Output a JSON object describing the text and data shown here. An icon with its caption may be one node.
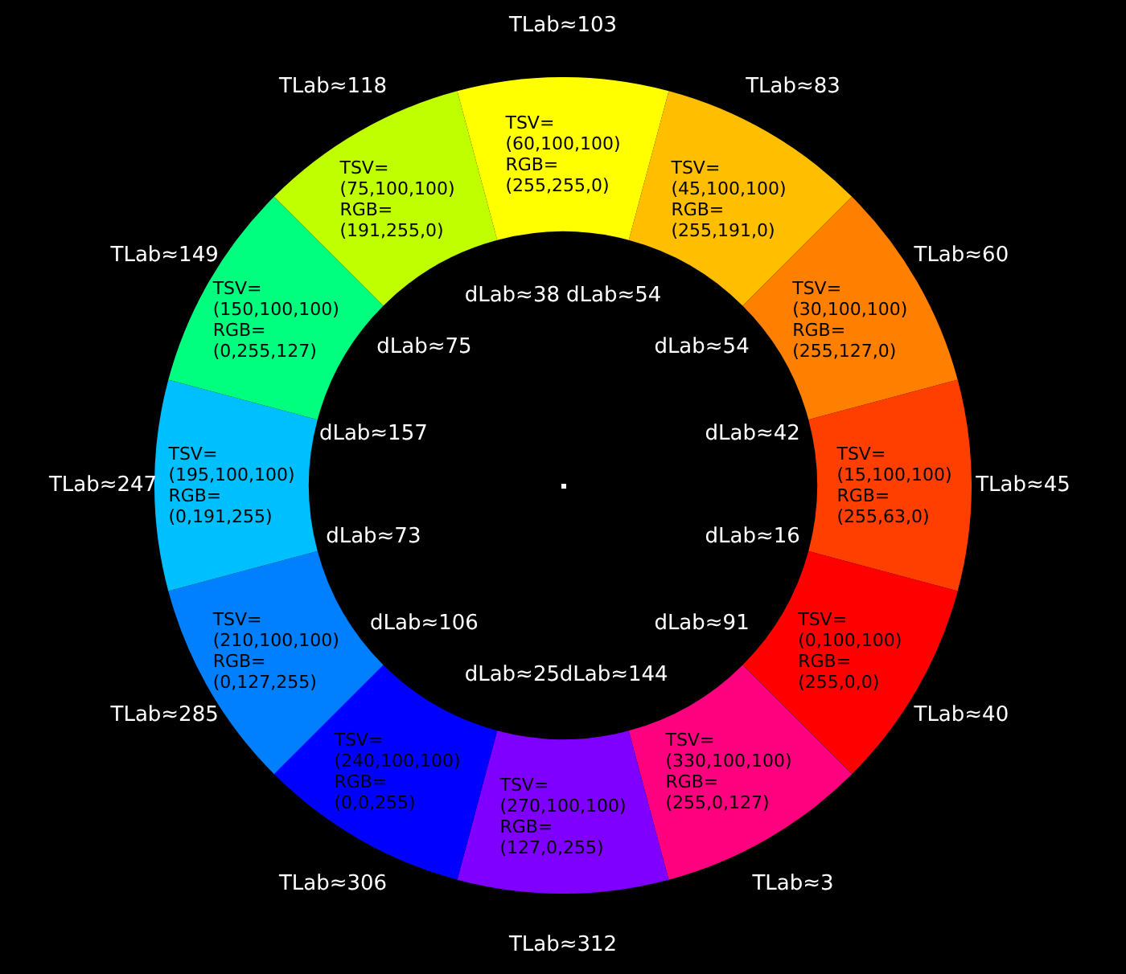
{
  "diagram": {
    "nodes": [
      {
        "text": [
          "TSV= (60,100,100)",
          "RGB= (255,255,0)"
        ],
        "beside": [
          "TLab≈103"
        ]
      },
      {
        "text": [
          "TSV= (45,100,100)",
          "RGB= (255,191,0)"
        ],
        "beside": [
          "TLab≈83"
        ]
      },
      {
        "text": [
          "TSV= (30,100,100)",
          "RGB= (255,127,0)"
        ],
        "beside": [
          "TLab≈60"
        ]
      },
      {
        "text": [
          "TSV= (15,100,100)",
          "RGB= (255,63,0)"
        ],
        "beside": [
          "TLab≈45"
        ]
      },
      {
        "text": [
          "TSV= (0,100,100)",
          "RGB= (255,0,0)"
        ],
        "beside": [
          "TLab≈40"
        ]
      },
      {
        "text": [
          "TSV= (330,100,100)",
          "RGB= (255,0,127)"
        ],
        "beside": [
          "TLab≈3"
        ]
      },
      {
        "text": [
          "TSV= (270,100,100)",
          "RGB= (127,0,255)"
        ],
        "beside": [
          "TLab≈312"
        ]
      },
      {
        "text": [
          "TSV= (240,100,100)",
          "RGB= (0,0,255)"
        ],
        "beside": [
          "TLab≈306"
        ]
      },
      {
        "text": [
          "TSV= (210,100,100)",
          "RGB= (0,127,255)"
        ],
        "beside": [
          "TLab≈285"
        ]
      },
      {
        "text": [
          "TSV= (195,100,100)",
          "RGB= (0,191,255)"
        ],
        "beside": [
          "TLab≈247"
        ]
      },
      {
        "text": [
          "TSV= (150,100,100)",
          "RGB= (0,255,127)"
        ],
        "beside": [
          "TLab≈149"
        ]
      },
      {
        "text": [
          "TSV= (75,100,100)",
          "RGB= (191,255,0)"
        ],
        "beside": [
          "TLab≈118"
        ]
      }
    ],
    "labels": [
      "dLab≈54",
      "dLab≈54",
      "dLab≈42",
      "dLab≈16",
      "dLab≈91",
      "dLab≈144",
      "dLab≈25",
      "dLab≈106",
      "dLab≈73",
      "dLab≈157",
      "dLab≈75",
      "dLab≈38"
    ]
  }
}
